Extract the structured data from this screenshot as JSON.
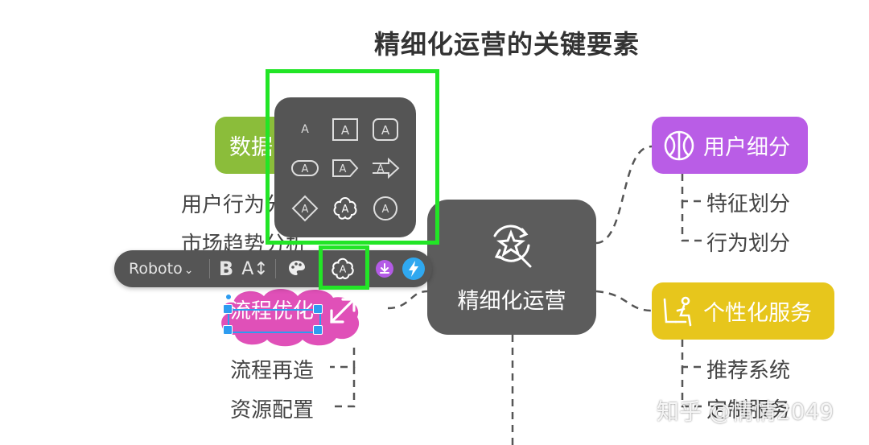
{
  "title": "精细化运营的关键要素",
  "central": {
    "label": "精细化运营"
  },
  "branches": {
    "user_segment": {
      "label": "用户细分",
      "color": "#b95de6",
      "icon": "basketball-icon",
      "children": [
        "特征划分",
        "行为划分"
      ]
    },
    "personalized": {
      "label": "个性化服务",
      "color": "#e7c61c",
      "icon": "person-chair-icon",
      "children": [
        "推荐系统",
        "定制服务"
      ]
    },
    "data": {
      "label": "数据",
      "color": "#8bbd3a",
      "children": [
        "用户行为分",
        "市场趋势分析"
      ]
    },
    "process": {
      "label": "流程优化",
      "color": "#e050b8",
      "children": [
        "流程再造",
        "资源配置"
      ]
    }
  },
  "toolbar": {
    "font": "Roboto",
    "bold": "B",
    "size": "A↕"
  },
  "shape_popup": {
    "letter": "A"
  },
  "watermark": "知乎 @情情2049",
  "colors": {
    "highlight": "#22e526",
    "toolbar": "#555555",
    "central": "#5c5c5c"
  }
}
